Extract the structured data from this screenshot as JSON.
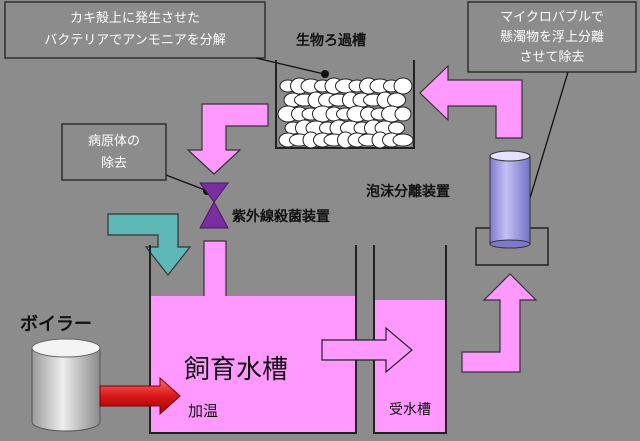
{
  "callouts": {
    "bacteria_line1": "カキ殻上に発生させた",
    "bacteria_line2": "バクテリアでアンモニアを分解",
    "micro_line1": "マイクロバブルで",
    "micro_line2": "懸濁物を浮上分離",
    "micro_line3": "させて除去",
    "pathogen_line1": "病原体の",
    "pathogen_line2": "除去"
  },
  "labels": {
    "biofilter": "生物ろ過槽",
    "uv": "紫外線殺菌装置",
    "foam": "泡沫分離装置",
    "boiler": "ボイラー",
    "rearing_tank": "飼育水槽",
    "heating": "加温",
    "receiving_tank": "受水槽"
  },
  "colors": {
    "background": "#8c8c8c",
    "water": "#ff99ff",
    "arrow_pink": "#ff99ff",
    "arrow_teal": "#5fb8b8",
    "uv_purple": "#7a2fa0",
    "heat_arrow": "#d81818",
    "column_fill": "#9b97e8"
  },
  "icons": {
    "biofilter": "shell-pile-icon",
    "uv": "uv-lamp-icon",
    "boiler": "cylinder-tank-icon",
    "foam": "foam-column-icon"
  }
}
